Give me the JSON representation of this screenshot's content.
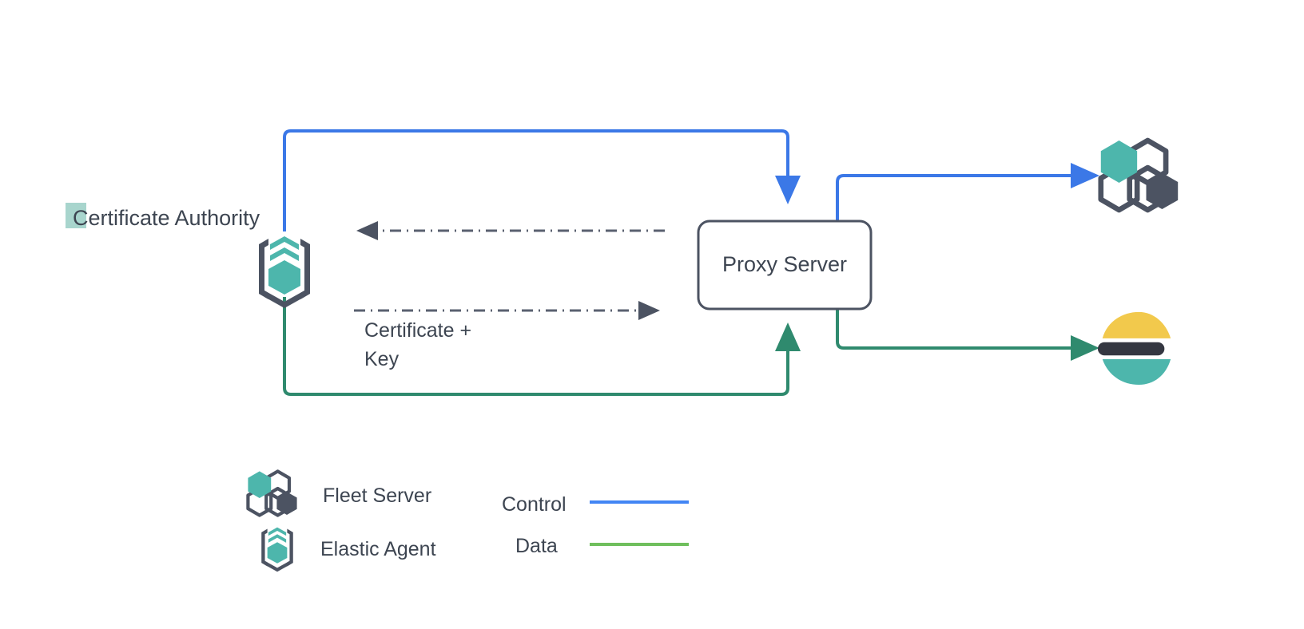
{
  "diagram": {
    "title_text": "Certificate Authority",
    "nodes": [
      {
        "id": "certificate-authority",
        "label": "Certificate Authority",
        "icon": "elastic-agent-icon",
        "highlighted": true
      },
      {
        "id": "proxy-server",
        "label": "Proxy Server",
        "icon": "box"
      },
      {
        "id": "fleet-server",
        "label": "",
        "icon": "fleet-server-icon"
      },
      {
        "id": "elasticsearch",
        "label": "",
        "icon": "elasticsearch-icon"
      }
    ],
    "edge_labels": {
      "certificate_key_line1": "Certificate +",
      "certificate_key_line2": "Key"
    }
  },
  "legend": {
    "items": [
      {
        "icon": "fleet-server-icon",
        "label": "Fleet Server"
      },
      {
        "icon": "elastic-agent-icon",
        "label": "Elastic Agent"
      }
    ],
    "lines": [
      {
        "label": "Control",
        "color": "#4285f4"
      },
      {
        "label": "Data",
        "color": "#6fbf5d"
      }
    ]
  },
  "colors": {
    "control_blue": "#3b78e7",
    "data_green": "#2f8a6e",
    "legend_data_green": "#6fbf5d",
    "teal": "#4db6ac",
    "dark_slate": "#4c5362",
    "text": "#3d4551",
    "elastic_yellow": "#f2c94c",
    "elastic_dark": "#343741",
    "elastic_teal": "#4db6ac",
    "highlight": "#a8d5cd",
    "dash_gray": "#5a6170"
  }
}
